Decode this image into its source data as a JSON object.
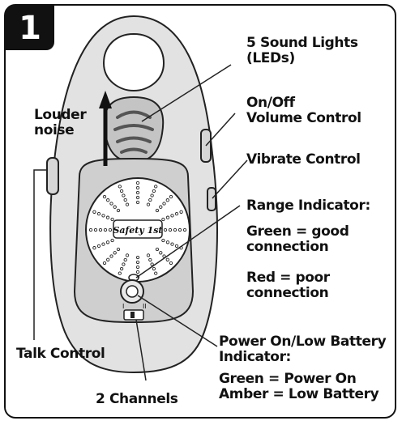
{
  "step_number": "1",
  "device_logo_text": "Safety 1st",
  "channel_marks": [
    "I",
    "II"
  ],
  "labels": {
    "louder_noise": "Louder\nnoise",
    "sound_lights": "5 Sound Lights\n(LEDs)",
    "on_off_volume": "On/Off\nVolume Control",
    "vibrate": "Vibrate Control",
    "range_indicator": "Range Indicator:",
    "range_green": "Green = good\nconnection",
    "range_red": "Red = poor\nconnection",
    "talk_control": "Talk Control",
    "power_indicator": "Power On/Low Battery\nIndicator:",
    "power_states": "Green = Power On\nAmber = Low Battery",
    "channels": "2 Channels"
  }
}
